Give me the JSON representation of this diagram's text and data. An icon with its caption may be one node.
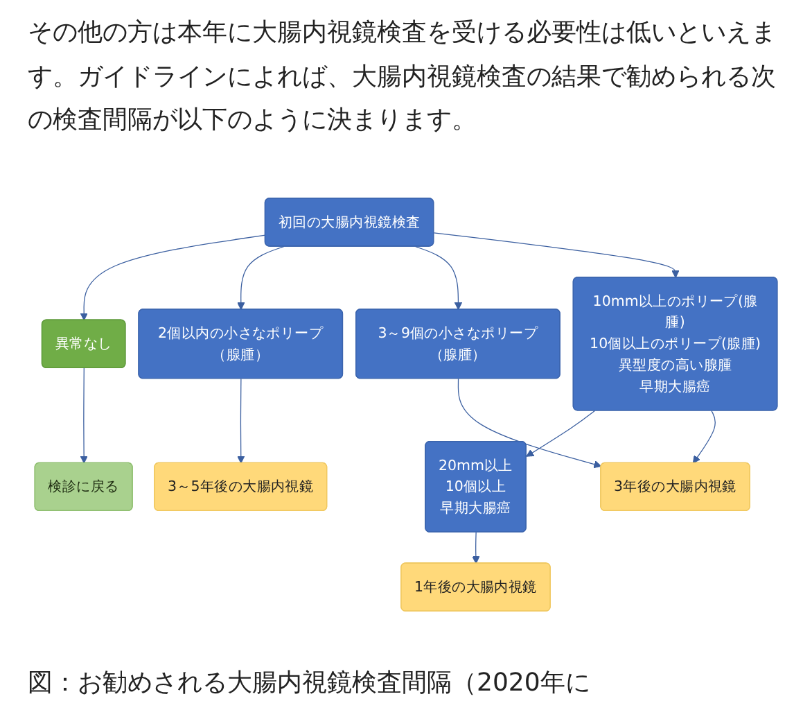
{
  "diagram": {
    "caption": "図：お勧めされる大腸内視鏡検査間隔（2020年に",
    "nodes": [
      {
        "text": [
          "初回の大腸内視鏡検査"
        ]
      },
      {
        "text": [
          "異常なし"
        ]
      },
      {
        "text": [
          "2個以内の小さなポリープ（腺腫）"
        ]
      },
      {
        "text": [
          "3～9個の小さなポリープ（腺腫）"
        ]
      },
      {
        "text": [
          "10mm以上のポリープ(腺腫)",
          "10個以上のポリープ(腺腫)",
          "異型度の高い腺腫",
          "早期大腸癌"
        ]
      },
      {
        "text": [
          "20mm以上",
          "10個以上",
          "早期大腸癌"
        ]
      },
      {
        "text": [
          "検診に戻る"
        ]
      },
      {
        "text": [
          "3～5年後の大腸内視鏡"
        ]
      },
      {
        "text": [
          "3年後の大腸内視鏡"
        ]
      },
      {
        "text": [
          "1年後の大腸内視鏡"
        ]
      }
    ],
    "edges": [
      {
        "from": 0,
        "to": 1,
        "arrow": "to"
      },
      {
        "from": 0,
        "to": 2,
        "arrow": "to"
      },
      {
        "from": 0,
        "to": 3,
        "arrow": "to"
      },
      {
        "from": 0,
        "to": 4,
        "arrow": "to"
      },
      {
        "from": 4,
        "to": 5,
        "arrow": "to"
      },
      {
        "from": 1,
        "to": 6,
        "arrow": "to"
      },
      {
        "from": 2,
        "to": 7,
        "arrow": "to"
      },
      {
        "from": 3,
        "to": 8,
        "arrow": "to"
      },
      {
        "from": 4,
        "to": 8,
        "arrow": "to"
      },
      {
        "from": 5,
        "to": 9,
        "arrow": "to"
      }
    ],
    "labels": [
      "その他の方は本年に大腸内視鏡検査を受ける必要性は低いといえます。ガイドラインによれば、大腸内視鏡検査の結果で勧められる次の検査間隔が以下のように決まります。"
    ]
  }
}
